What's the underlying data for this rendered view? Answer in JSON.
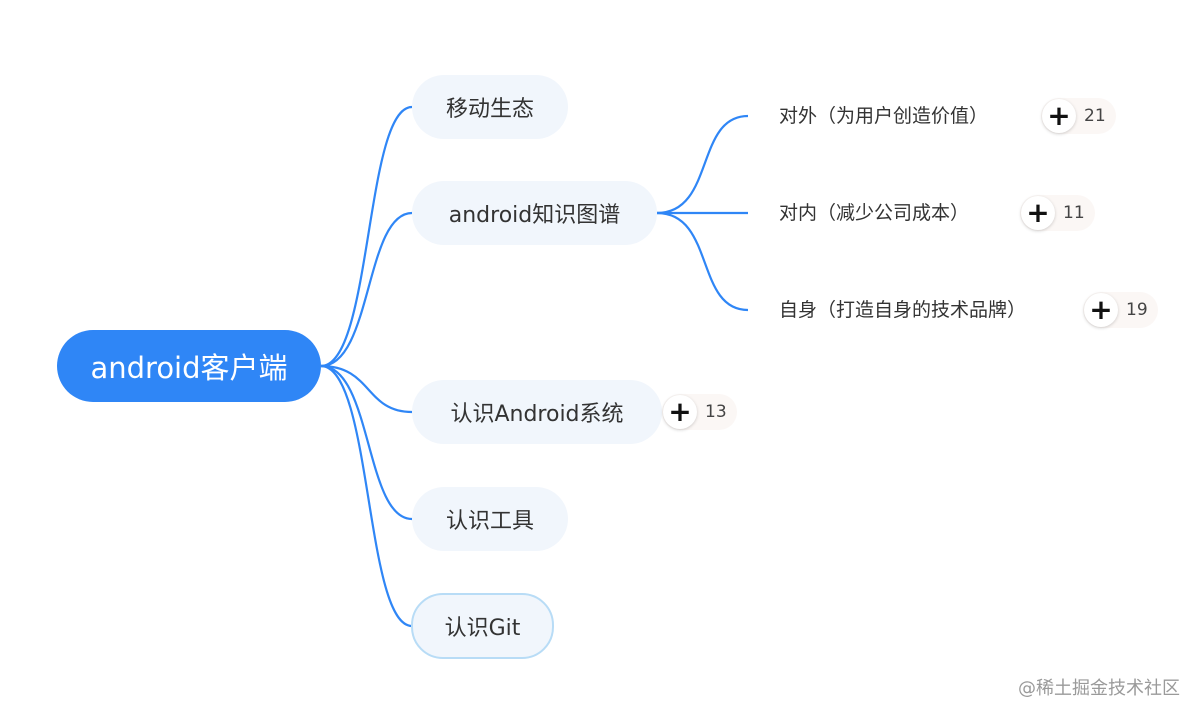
{
  "root": {
    "label": "android客户端"
  },
  "branches": [
    {
      "label": "移动生态"
    },
    {
      "label": "android知识图谱"
    },
    {
      "label": "认识Android系统",
      "collapsed_count": "13"
    },
    {
      "label": "认识工具"
    },
    {
      "label": "认识Git"
    }
  ],
  "leaves": [
    {
      "label": "对外（为用户创造价值）",
      "collapsed_count": "21"
    },
    {
      "label": "对内（减少公司成本）",
      "collapsed_count": "11"
    },
    {
      "label": "自身（打造自身的技术品牌）",
      "collapsed_count": "19"
    }
  ],
  "expand_icon": "plus-icon",
  "colors": {
    "root_fill": "#2f86f6",
    "branch_fill": "#f1f6fc",
    "connector": "#2f86f6",
    "selected_border": "#b8dcf6"
  },
  "watermark": "@稀土掘金技术社区"
}
